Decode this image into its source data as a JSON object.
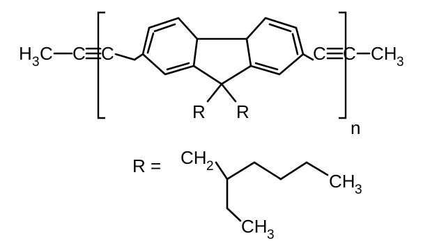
{
  "structure": {
    "left_cap": {
      "main": "H",
      "sub": "3",
      "tail": "C"
    },
    "left_alkyne_carbons": [
      "C",
      "C"
    ],
    "right_alkyne_carbons": [
      "C",
      "C"
    ],
    "right_cap": {
      "main": "CH",
      "sub": "3"
    },
    "bridge_substituents": [
      "R",
      "R"
    ],
    "repeat_subscript": "n"
  },
  "r_group": {
    "definition_label": "R =",
    "attach_main": "CH",
    "attach_sub": "2",
    "terminal_1_main": "CH",
    "terminal_1_sub": "3",
    "terminal_2_main": "CH",
    "terminal_2_sub": "3"
  },
  "colors": {
    "ink": "#000000",
    "background": "#ffffff"
  }
}
